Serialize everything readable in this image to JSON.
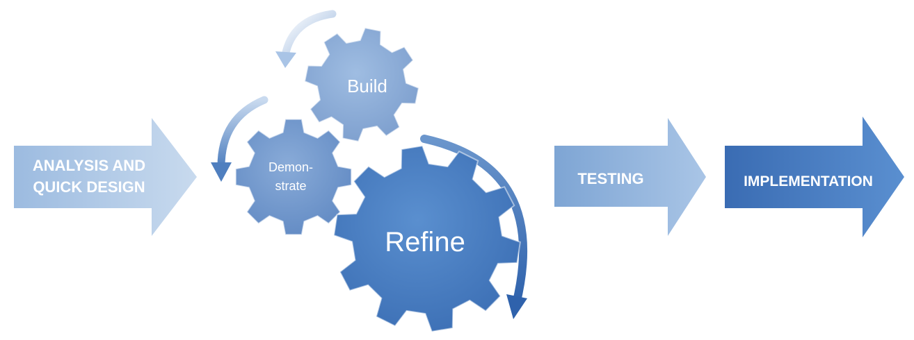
{
  "stages": {
    "analysis": {
      "line1": "ANALYSIS AND",
      "line2": "QUICK DESIGN"
    },
    "testing": {
      "label": "TESTING"
    },
    "implementation": {
      "label": "IMPLEMENTATION"
    }
  },
  "gears": {
    "build": {
      "label": "Build"
    },
    "demonstrate": {
      "line1": "Demon-",
      "line2": "strate"
    },
    "refine": {
      "label": "Refine"
    }
  },
  "colors": {
    "arrow_light": "#c5d8ee",
    "arrow_mid": "#8fb1d9",
    "arrow_dark": "#3d6fb6",
    "gear_light": "#8fb0d8",
    "gear_dark": "#3f78bf",
    "cycle_arrow": "#3e73b6"
  }
}
